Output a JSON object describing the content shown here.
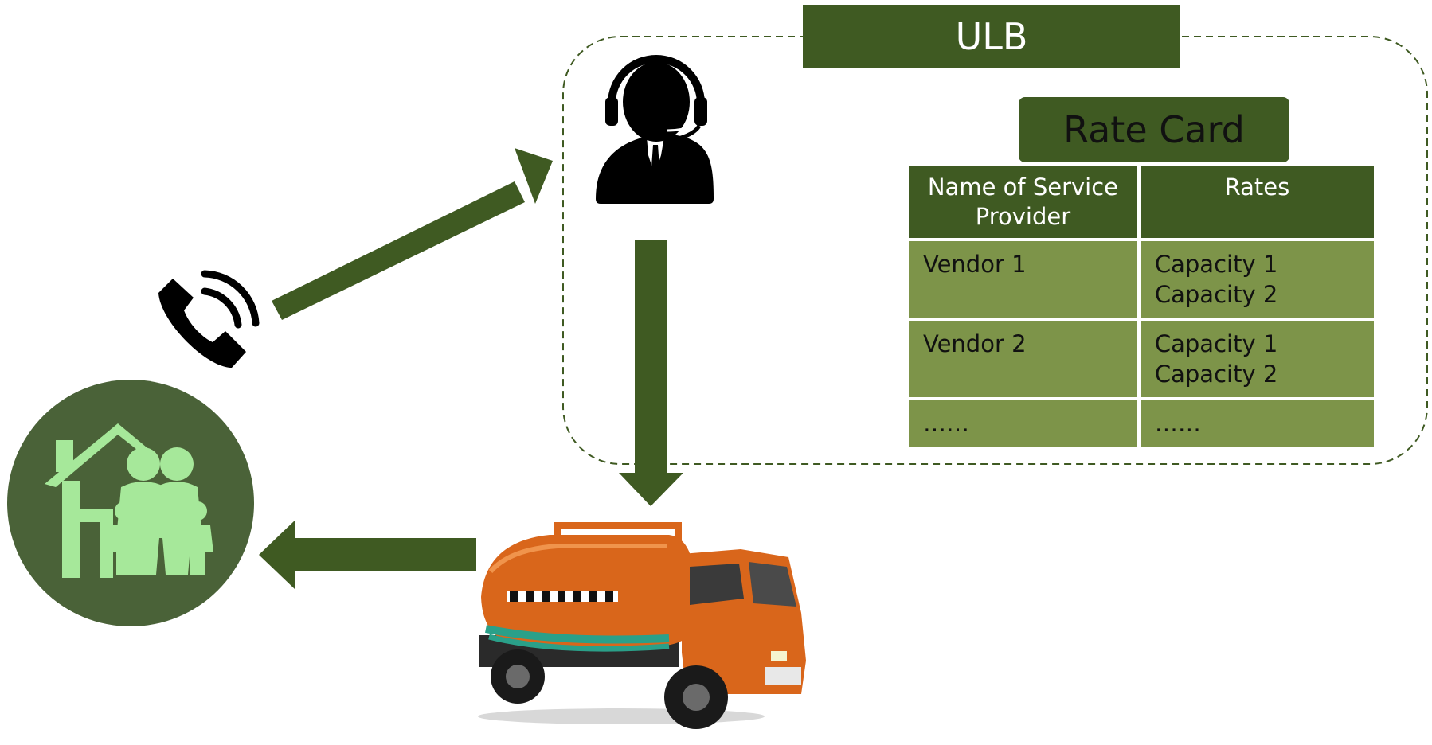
{
  "ulb": {
    "label": "ULB"
  },
  "rate_card": {
    "title": "Rate Card",
    "columns": [
      "Name of Service Provider",
      "Rates"
    ],
    "rows": [
      {
        "provider": "Vendor 1",
        "rates": [
          "Capacity 1",
          "Capacity 2"
        ]
      },
      {
        "provider": "Vendor 2",
        "rates": [
          "Capacity 1",
          "Capacity 2"
        ]
      },
      {
        "provider": "……",
        "rates": [
          "……"
        ]
      }
    ]
  },
  "icons": [
    "phone-icon",
    "call-center-agent-icon",
    "household-icon",
    "sewage-tanker-truck-image"
  ],
  "colors": {
    "dark_green": "#3f5a22",
    "table_green": "#7d9449",
    "arrow_green": "#3f5a22",
    "household_bg": "#4a6238",
    "household_fg": "#a6e89a",
    "truck_orange": "#d9661b"
  }
}
